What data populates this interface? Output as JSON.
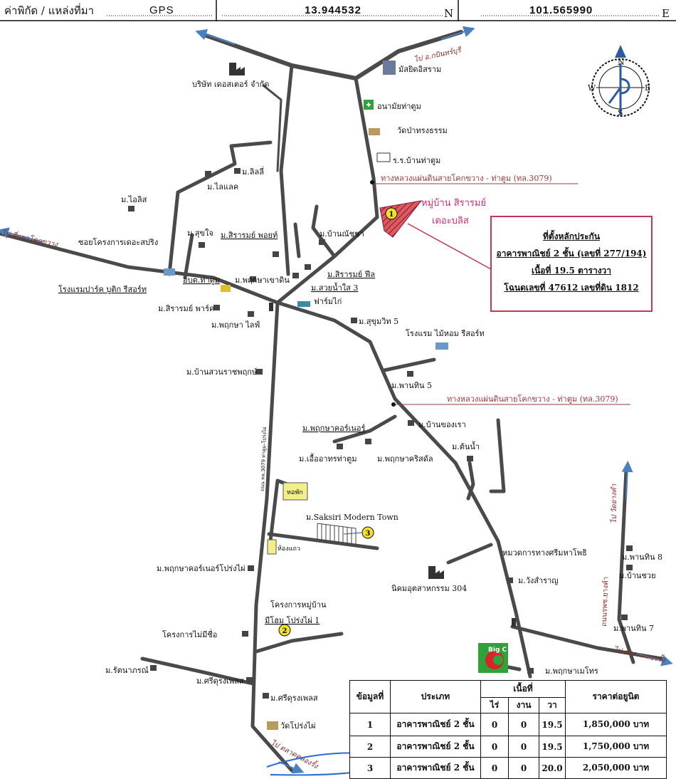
{
  "header": {
    "coord_label": "ค่าพิกัด / แหล่งที่มา",
    "source": "GPS",
    "latitude": "13.944532",
    "lat_suffix": "N",
    "longitude": "101.565990",
    "lon_suffix": "E"
  },
  "compass": {
    "n": "N",
    "s": "S",
    "e": "E",
    "w": "W"
  },
  "directions": {
    "to_kabinburi": "ไป อ.กบินทร์บุรี",
    "to_lamkhokkwang": "ไป สี่แยกโคกขวาง",
    "to_watyangkhom": "ไป วัดยางคำ",
    "to_talatkhlongrung": "ไป ตลาดคลองรั้ง",
    "to_talatkhlongrung_2": "ไป ตลาดคลองรั้ง"
  },
  "highways": {
    "upper": "ทางหลวงแผ่นดินสายโคกขวาง - ท่าตูม (ทล.3079)",
    "lower": "ทางหลวงแผ่นดินสายโคกขวาง - ท่าตูม (ทล.3079)",
    "east_road": "ถนนรพช.ยางคำ"
  },
  "subject": {
    "village_line1": "หมู่บ้าน สิรารมย์",
    "village_line2": "เดอะบลิส",
    "box_title": "ที่ตั้งหลักประกัน",
    "box_line2": "อาคารพาณิชย์ 2 ชั้น  (เลขที่ 277/194)",
    "box_line3": "เนื้อที่ 19.5 ตารางวา",
    "box_line4": "โฉนดเลขที่ 47612 เลขที่ดิน 1812"
  },
  "markers": {
    "m1": "1",
    "m2": "2",
    "m3": "3"
  },
  "labels": {
    "factory_top": "บริษัท เดอสเตอร์ จำกัด",
    "mosque": "มัสยิดอิสราม",
    "health": "อนามัยท่าตูม",
    "wat_pa": "วัดป่าทรงธรรม",
    "school": "ร.ร.บ้านท่าตูม",
    "lili": "ม.ลิลลี่",
    "lailak": "ม.ไลแลค",
    "ailis": "ม.ไอลิส",
    "sukjai": "ม.สุขใจ",
    "siraromplus": "ม.สิรารมย์ พอยท์",
    "banchucha": "ม.บ้านณัชชา",
    "soi_spring": "ซอยโครงการเดอะสปริง",
    "hotel_park": "โรงแรมปาร์ค บูติก รีสอร์ท",
    "obt": "อบต.ท่าตูม",
    "pruksa_khao": "ม.พฤกษาเขาดิน",
    "sirarom_feel": "ม.สิรารมย์ ฟีล",
    "suay_namsai": "ม.สวยน้ำใส 3",
    "farm_kai": "ฟาร์มไก่",
    "sirarom_park": "ม.สิรารมย์ พาร์ค",
    "pruksa_life": "ม.พฤกษา ไลฟ์",
    "sukhumvit5": "ม.สุขุมวิท 5",
    "hotel_maihom": "โรงแรม ไม้หอม รีสอร์ท",
    "bansuan": "ม.บ้านสวนราชพฤกษ์",
    "panthin5": "ม.พานทิน 5",
    "pruksa_corner": "ม.พฤกษาคอร์เนอร์",
    "ban_khongrao": "ม.บ้านของเรา",
    "ua_athon": "ม.เอื้ออาทรท่าตูม",
    "pruksa_krisada": "ม.พฤกษาคริสดัล",
    "tonnam": "ม.ต้นน้ำ",
    "dorm": "หอพัก",
    "saksiri": "ม.Saksiri Modern Town",
    "shophouse": "ห้องแถว",
    "pruksa_corner_pp": "ม.พฤกษาคอร์เนอร์โปร่งไผ่",
    "highway_unit": "หมวดการทางศรีมหาโพธิ",
    "industrial": "นิคมอุตสาหกรรม 304",
    "wangsamran": "ม.วังสำราญ",
    "panthin8": "ม.พานทิน 8",
    "banchuai": "ม.บ้านชวย",
    "panthin7": "ม.พานทิน 7",
    "project_line1": "โครงการหมู่บ้าน",
    "project_line2": "มีโฮม โปร่งไผ่ 1",
    "noname": "โครงการไม่มีชื่อ",
    "rattanaporn": "ม.รัตนาภรณ์",
    "sridurong1": "ม.ศรีดุรงเพลส",
    "sridurong2": "ม.ศรีดุรงเพลส",
    "wat_prongpai": "วัดโปร่งไผ่",
    "pruksa_metro": "ม.พฤกษาเมโทร",
    "big_c": "Big C",
    "vert_road": "ถนน ทล.3079 ท่าตูม-โปร่งไผ่"
  },
  "price_table": {
    "h_no": "ข้อมูลที่",
    "h_type": "ประเภท",
    "h_area": "เนื้อที่",
    "h_rai": "ไร่",
    "h_ngan": "งาน",
    "h_wa": "วา",
    "h_price": "ราคาต่อยูนิต",
    "rows": [
      {
        "no": "1",
        "type": "อาคารพาณิชย์ 2 ชั้น",
        "rai": "0",
        "ngan": "0",
        "wa": "19.5",
        "price": "1,850,000 บาท"
      },
      {
        "no": "2",
        "type": "อาคารพาณิชย์ 2 ชั้น",
        "rai": "0",
        "ngan": "0",
        "wa": "19.5",
        "price": "1,750,000 บาท"
      },
      {
        "no": "3",
        "type": "อาคารพาณิชย์ 2 ชั้น",
        "rai": "0",
        "ngan": "0",
        "wa": "20.0",
        "price": "2,050,000 บาท"
      }
    ]
  },
  "colors": {
    "road": "#4a4a4a",
    "accent": "#c2375a",
    "highway_text": "#a1363c",
    "marker": "#f2e02a"
  }
}
